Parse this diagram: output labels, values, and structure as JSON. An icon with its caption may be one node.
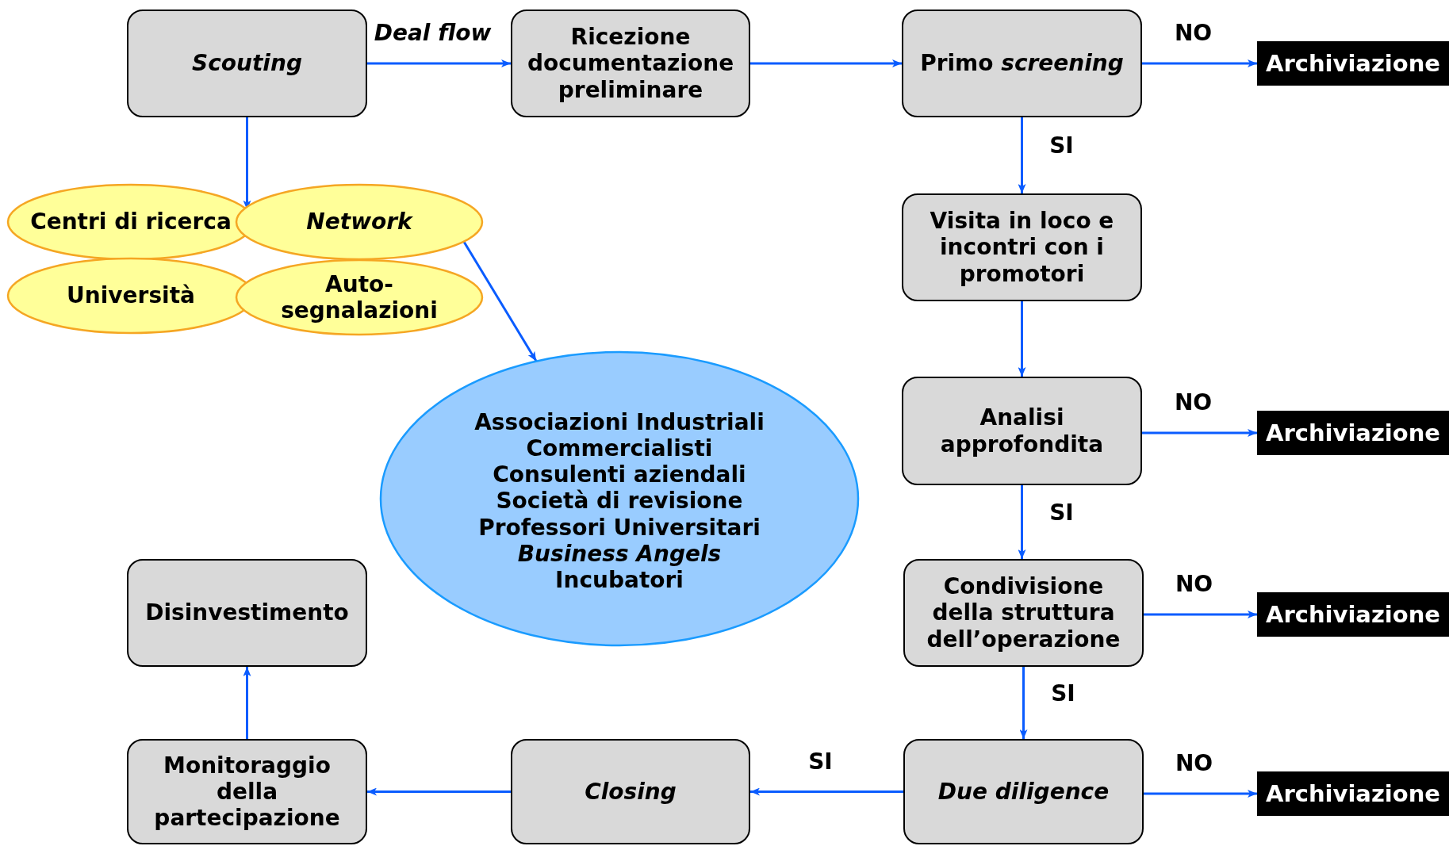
{
  "diagram": {
    "nodes": [
      {
        "text": [
          "Scouting"
        ]
      },
      {
        "text": [
          "Ricezione documentazione preliminare"
        ]
      },
      {
        "text": [
          "Primo *screening*"
        ]
      },
      {
        "text": [
          "Archiviazione"
        ]
      },
      {
        "text": [
          "Centri di ricerca"
        ]
      },
      {
        "text": [
          "Network"
        ]
      },
      {
        "text": [
          "Università"
        ]
      },
      {
        "text": [
          "Auto-segnalazioni"
        ]
      },
      {
        "text": [
          "Associazioni Industriali",
          "Commercialisti",
          "Consulenti aziendali",
          "Società di revisione",
          "Professori Universitari",
          "*Business Angels*",
          "Incubatori"
        ]
      },
      {
        "text": [
          "Visita in loco e incontri con i promotori"
        ]
      },
      {
        "text": [
          "Analisi approfondita"
        ]
      },
      {
        "text": [
          "Archiviazione"
        ]
      },
      {
        "text": [
          "Condivisione della struttura dell’operazione"
        ]
      },
      {
        "text": [
          "Archiviazione"
        ]
      },
      {
        "text": [
          "Disinvestimento"
        ]
      },
      {
        "text": [
          "Monitoraggio della partecipazione"
        ]
      },
      {
        "text": [
          "Closing"
        ]
      },
      {
        "text": [
          "Due diligence"
        ]
      },
      {
        "text": [
          "Archiviazione"
        ]
      }
    ],
    "edges": [
      {
        "from": 0,
        "to": 1,
        "arrow": "to",
        "label": "Deal flow"
      },
      {
        "from": 1,
        "to": 2,
        "arrow": "to"
      },
      {
        "from": 2,
        "to": 3,
        "arrow": "to",
        "label": "NO"
      },
      {
        "from": 2,
        "to": 9,
        "arrow": "to",
        "label": "SI"
      },
      {
        "from": 9,
        "to": 10,
        "arrow": "to"
      },
      {
        "from": 10,
        "to": 11,
        "arrow": "to",
        "label": "NO"
      },
      {
        "from": 10,
        "to": 12,
        "arrow": "to",
        "label": "SI"
      },
      {
        "from": 12,
        "to": 13,
        "arrow": "to",
        "label": "NO"
      },
      {
        "from": 12,
        "to": 17,
        "arrow": "to",
        "label": "SI"
      },
      {
        "from": 17,
        "to": 18,
        "arrow": "to",
        "label": "NO"
      },
      {
        "from": 17,
        "to": 16,
        "arrow": "to",
        "label": "SI"
      },
      {
        "from": 16,
        "to": 15,
        "arrow": "to"
      },
      {
        "from": 15,
        "to": 14,
        "arrow": "to"
      },
      {
        "from": 0,
        "to": 4,
        "arrow": "to"
      },
      {
        "from": 5,
        "to": 8,
        "arrow": "to"
      }
    ]
  }
}
